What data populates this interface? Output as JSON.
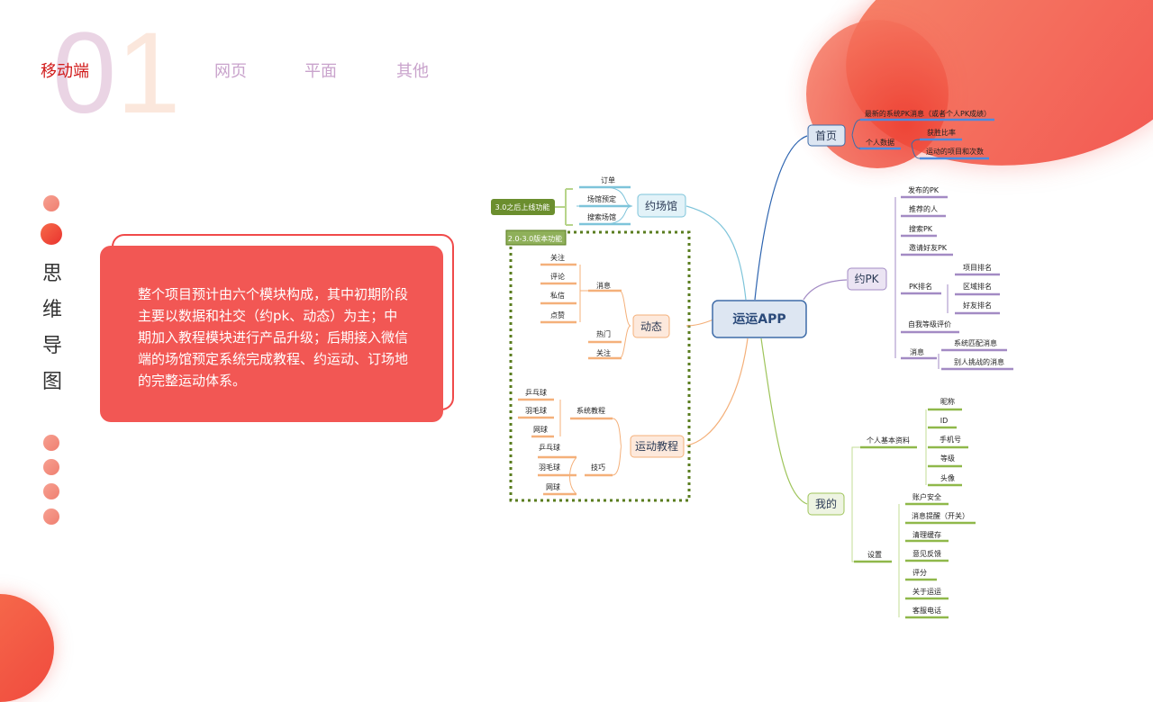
{
  "header": {
    "big_number": [
      "0",
      "1"
    ],
    "nav": [
      {
        "label": "移动端",
        "active": true
      },
      {
        "label": "网页",
        "active": false
      },
      {
        "label": "平面",
        "active": false
      },
      {
        "label": "其他",
        "active": false
      }
    ]
  },
  "sidebar": {
    "title_chars": [
      "思",
      "维",
      "导",
      "图"
    ]
  },
  "card": {
    "text": "整个项目预计由六个模块构成，其中初期阶段主要以数据和社交（约pk、动态）为主；中期加入教程模块进行产品升级；后期接入微信端的场馆预定系统完成教程、约运动、订场地的完整运动体系。"
  },
  "colors": {
    "accent": "#f25754",
    "nav_active": "#d11a1a",
    "nav_inactive": "#c9a3cc"
  },
  "mindmap": {
    "root": "运运APP",
    "tag_30": "3.0之后上线功能",
    "tag_20": "2.0-3.0版本功能",
    "venue": {
      "label": "约场馆",
      "children": [
        "订单",
        "场馆预定",
        "搜索场馆"
      ]
    },
    "feed": {
      "label": "动态",
      "message": {
        "label": "消息",
        "children": [
          "关注",
          "评论",
          "私信",
          "点赞"
        ]
      },
      "hot": "热门",
      "follow": "关注"
    },
    "tutorial": {
      "label": "运动教程",
      "system": {
        "label": "系统教程",
        "children": [
          "乒乓球",
          "羽毛球",
          "网球"
        ]
      },
      "skills": {
        "label": "技巧",
        "children": [
          "乒乓球",
          "羽毛球",
          "网球"
        ]
      }
    },
    "home": {
      "label": "首页",
      "latest": "最新的系统PK消息（或者个人PK成绩）",
      "personal": {
        "label": "个人数据",
        "children": [
          "获胜比率",
          "运动的项目和次数"
        ]
      }
    },
    "pk": {
      "label": "约PK",
      "items": [
        "发布的PK",
        "推荐的人",
        "搜索PK",
        "邀请好友PK"
      ],
      "ranking": {
        "label": "PK排名",
        "children": [
          "项目排名",
          "区域排名",
          "好友排名"
        ]
      },
      "self_eval": "自我等级评价",
      "msgs": {
        "label": "消息",
        "children": [
          "系统匹配消息",
          "别人挑战的消息"
        ]
      }
    },
    "mine": {
      "label": "我的",
      "profile": {
        "label": "个人基本资料",
        "children": [
          "昵称",
          "ID",
          "手机号",
          "等级",
          "头像"
        ]
      },
      "settings": {
        "label": "设置",
        "children": [
          "账户安全",
          "消息提醒（开关）",
          "清理缓存",
          "意见反馈",
          "评分",
          "关于运运",
          "客服电话"
        ]
      }
    }
  }
}
